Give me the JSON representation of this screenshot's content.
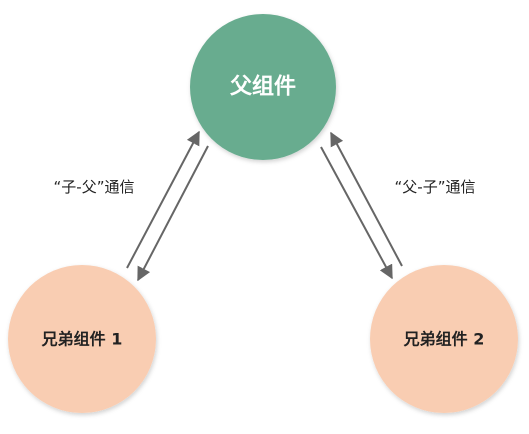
{
  "nodes": {
    "parent": {
      "label": "父组件",
      "color": "#68AC8F",
      "text_color": "#ffffff"
    },
    "sibling1": {
      "label": "兄弟组件 1",
      "color": "#F9CDB2",
      "text_color": "#222222"
    },
    "sibling2": {
      "label": "兄弟组件 2",
      "color": "#F9CDB2",
      "text_color": "#222222"
    }
  },
  "edges": {
    "child_to_parent": {
      "label": "“子-父”通信"
    },
    "parent_to_child": {
      "label": "“父-子”通信"
    }
  },
  "colors": {
    "arrow": "#666666"
  }
}
